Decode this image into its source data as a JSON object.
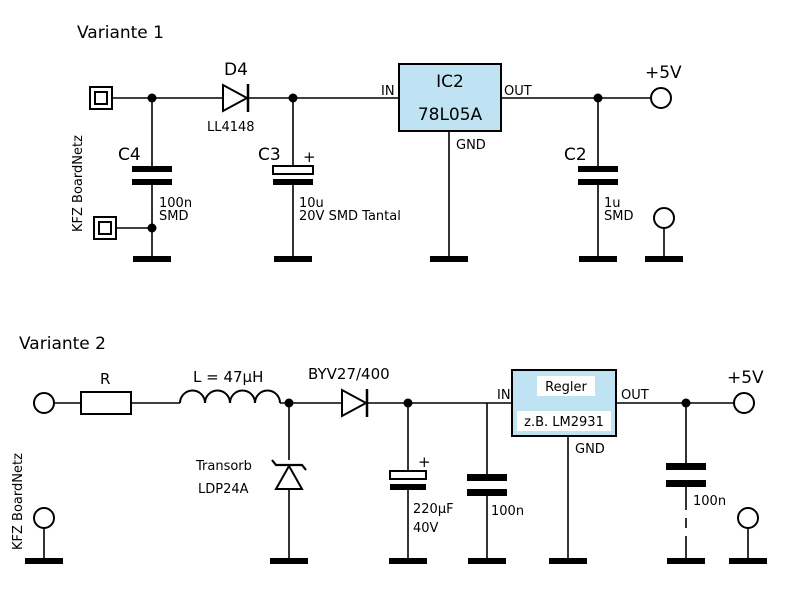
{
  "variant1": {
    "title": "Variante 1",
    "connector_label": "KFZ BoardNetz",
    "diode": {
      "ref": "D4",
      "part": "LL4148"
    },
    "c4": {
      "ref": "C4",
      "value": "100n",
      "type": "SMD"
    },
    "c3": {
      "ref": "C3",
      "value": "10u",
      "type": "20V SMD Tantal",
      "polarity": "+"
    },
    "ic": {
      "ref": "IC2",
      "part": "78L05A",
      "pin_in": "IN",
      "pin_out": "OUT",
      "pin_gnd": "GND"
    },
    "c2": {
      "ref": "C2",
      "value": "1u",
      "type": "SMD"
    },
    "output": "+5V"
  },
  "variant2": {
    "title": "Variante 2",
    "connector_label": "KFZ BoardNetz",
    "resistor": "R",
    "inductor": "L = 47µH",
    "diode": "BYV27/400",
    "tvs": {
      "name": "Transorb",
      "part": "LDP24A"
    },
    "cap1": {
      "value": "220µF",
      "voltage": "40V",
      "polarity": "+"
    },
    "cap2": {
      "value": "100n"
    },
    "regulator": {
      "title": "Regler",
      "part": "z.B. LM2931",
      "pin_in": "IN",
      "pin_out": "OUT",
      "pin_gnd": "GND"
    },
    "cap3": {
      "value": "100n"
    },
    "output": "+5V"
  }
}
